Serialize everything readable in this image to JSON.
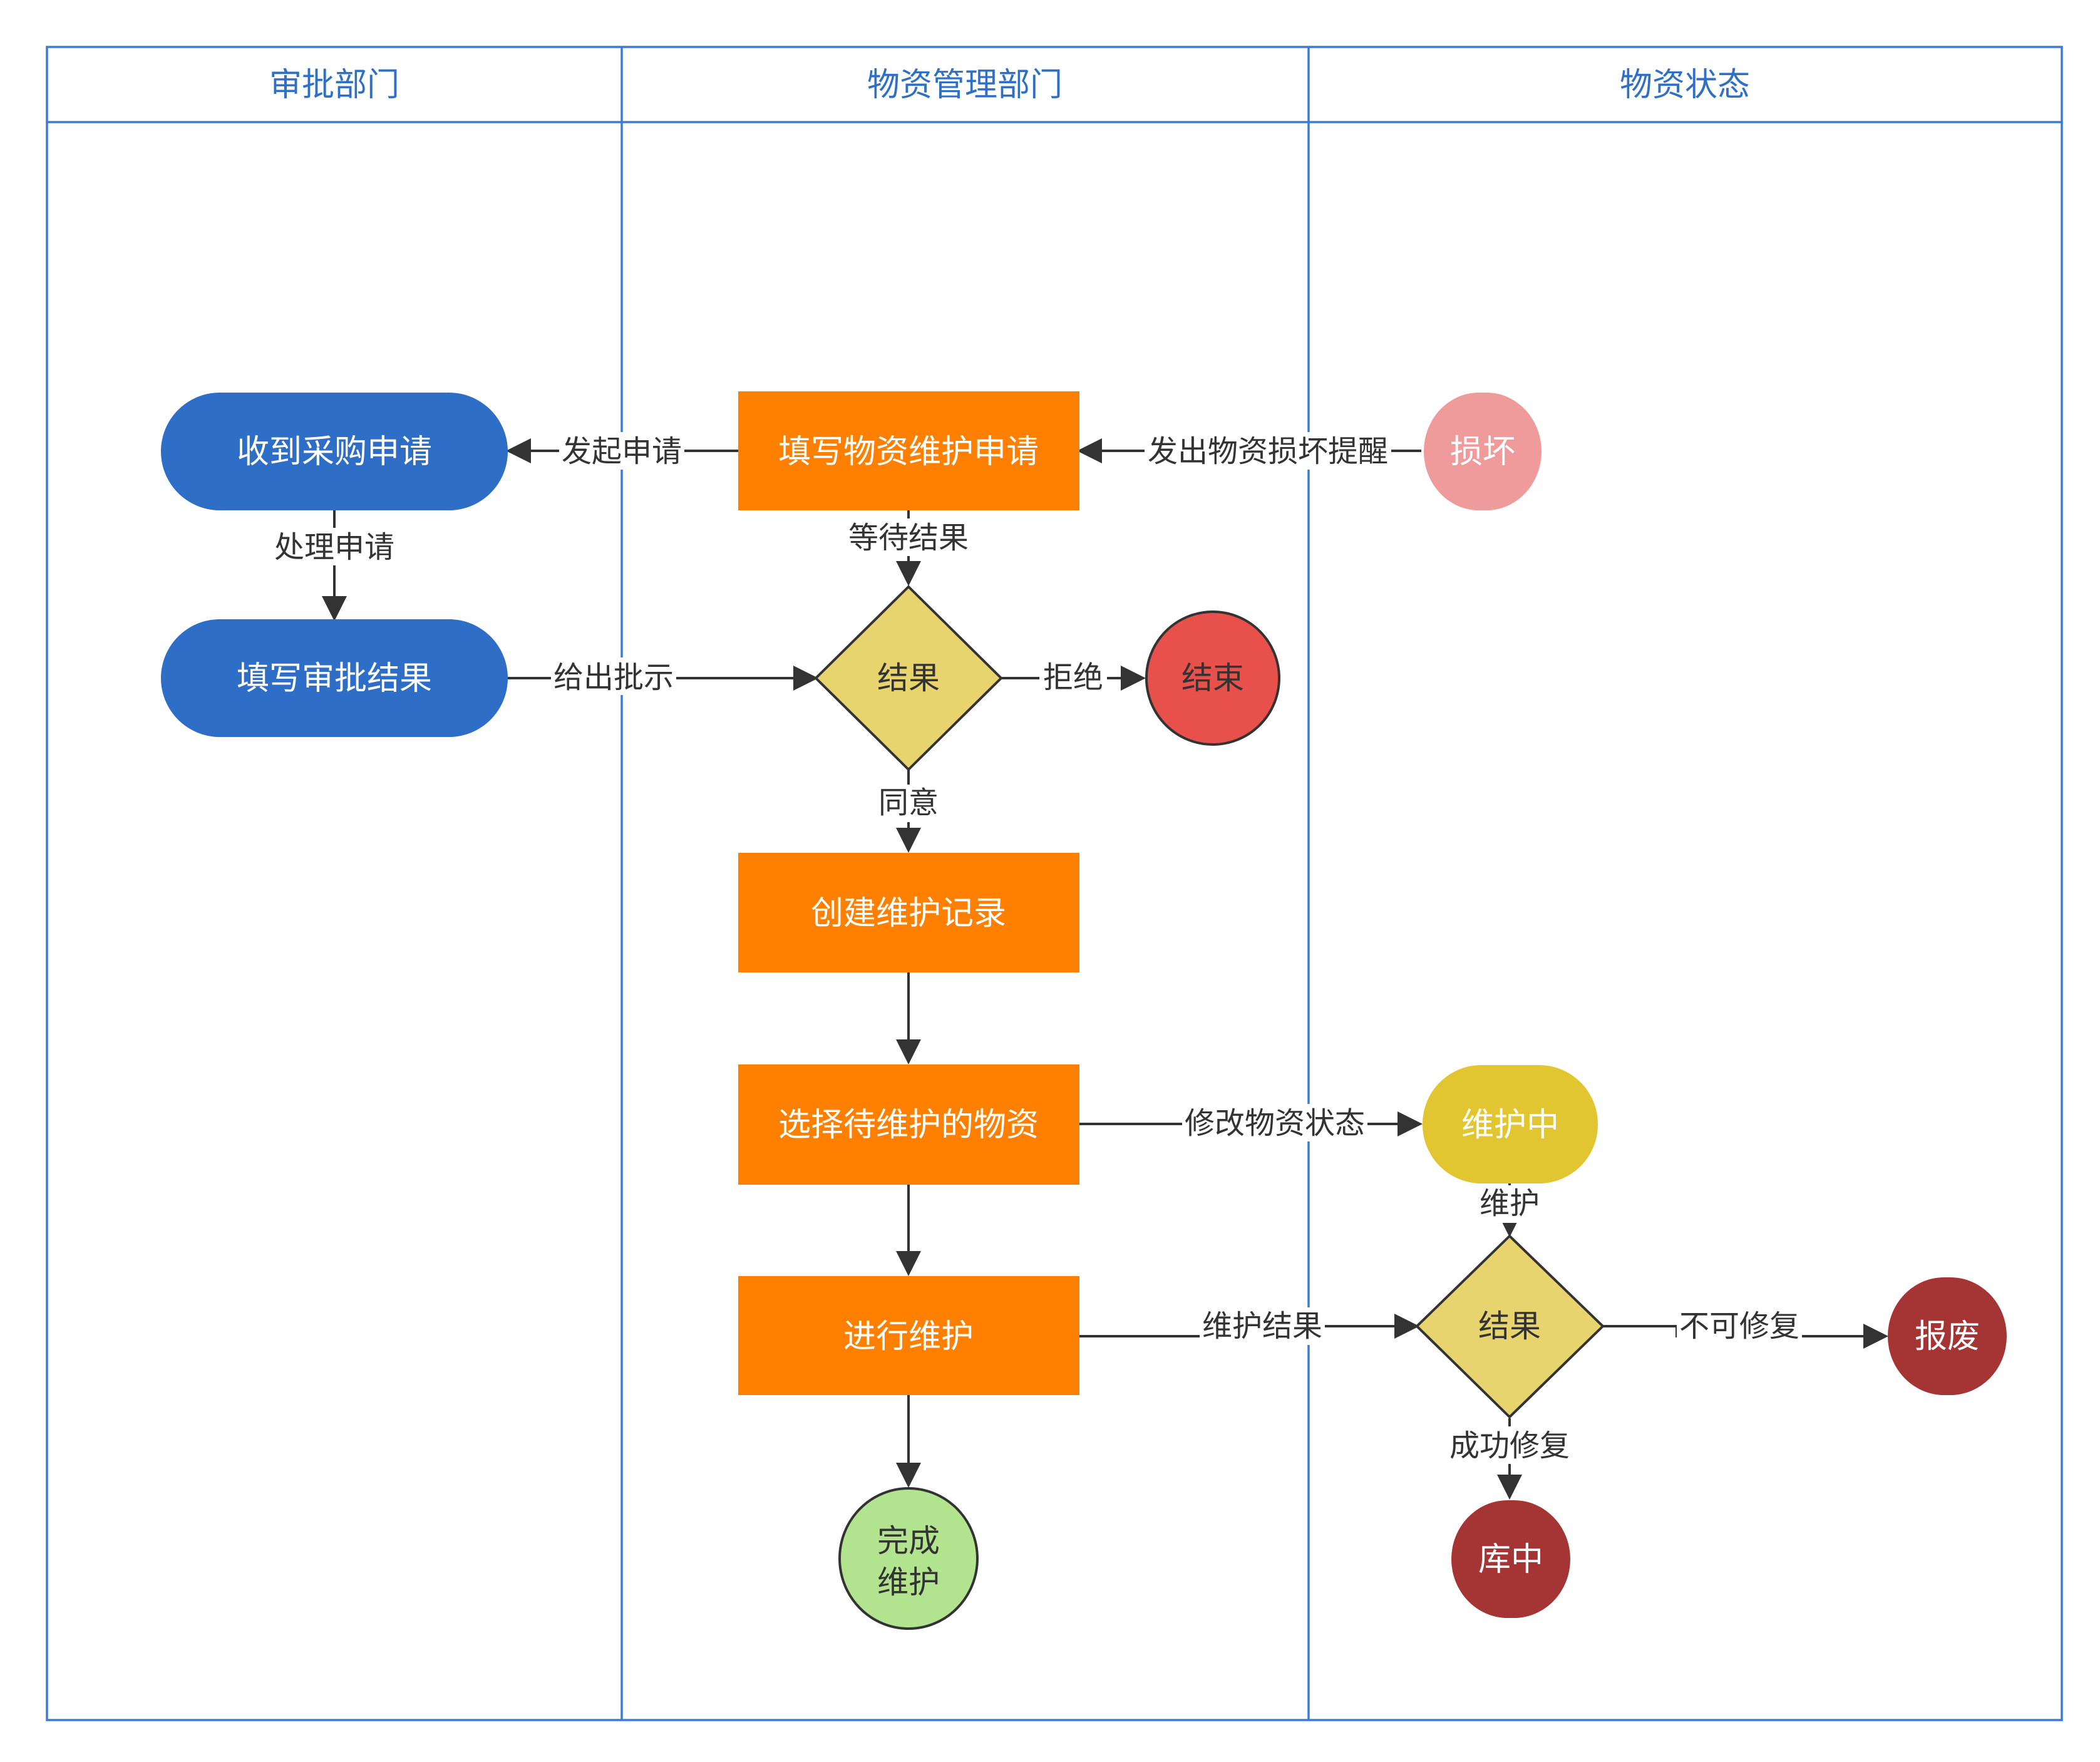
{
  "lanes": {
    "approval": "审批部门",
    "materials": "物资管理部门",
    "status": "物资状态"
  },
  "nodes": {
    "receive_request": "收到采购申请",
    "fill_approval_result": "填写审批结果",
    "fill_maintenance_request": "填写物资维护申请",
    "decision_result": "结果",
    "end": "结束",
    "create_record": "创建维护记录",
    "select_materials": "选择待维护的物资",
    "perform_maintenance": "进行维护",
    "complete_line1": "完成",
    "complete_line2": "维护",
    "damaged": "损坏",
    "under_maintenance": "维护中",
    "maintenance_result": "结果",
    "scrapped": "报废",
    "in_stock": "库中"
  },
  "edges": {
    "initiate_request": "发起申请",
    "process_request": "处理申请",
    "give_instructions": "给出批示",
    "wait_result": "等待结果",
    "damage_alert": "发出物资损坏提醒",
    "reject": "拒绝",
    "agree": "同意",
    "modify_status": "修改物资状态",
    "maintain": "维护",
    "maintenance_result": "维护结果",
    "unrepairable": "不可修复",
    "repaired": "成功修复"
  },
  "colors": {
    "lane_border": "#3a7bd5",
    "lane_title": "#2f6fc4",
    "blue_node": "#2e6ec7",
    "orange_node": "#ff8000",
    "decision": "#e8d46f",
    "end_red": "#e8504c",
    "complete_green": "#b2e38f",
    "damaged_pink": "#f09b9b",
    "maintenance_yellow": "#e2c631",
    "dark_red": "#a53535"
  }
}
